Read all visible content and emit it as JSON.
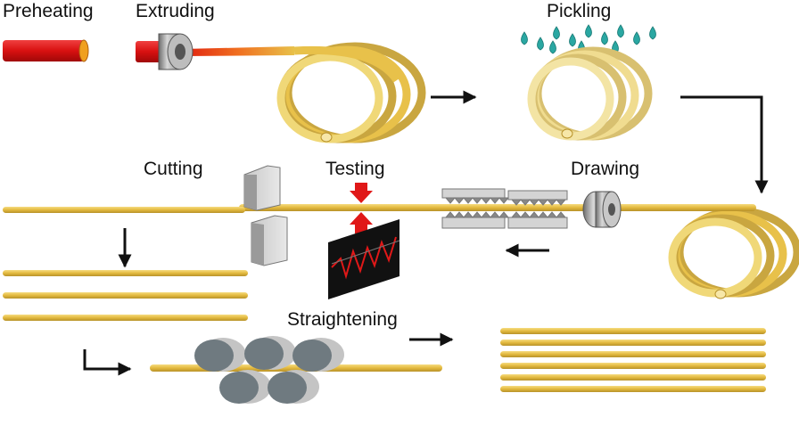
{
  "stages": {
    "preheating": "Preheating",
    "extruding": "Extruding",
    "pickling": "Pickling",
    "cutting": "Cutting",
    "testing": "Testing",
    "drawing": "Drawing",
    "straightening": "Straightening"
  },
  "colors": {
    "tube": "#e8c14a",
    "tube_edge": "#b8922a",
    "hot_billet": "#e01818",
    "coil": "#f0d878",
    "coil_edge": "#c9a640",
    "droplet": "#2aa7a2",
    "die": "#9a9a9a",
    "arrow": "#111111",
    "test_arrow": "#e01818",
    "test_screen": "#111111"
  }
}
